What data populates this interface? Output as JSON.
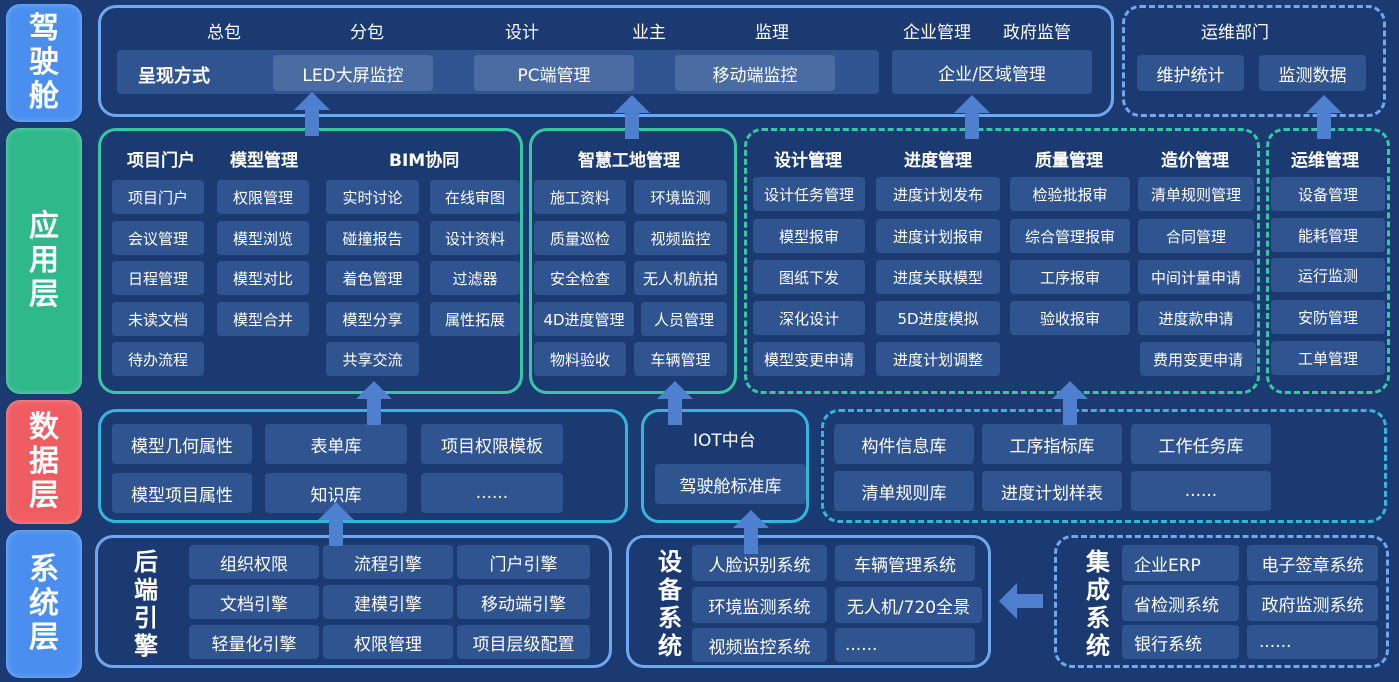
{
  "colors": {
    "background": "#1b3a72",
    "cockpit": "#4a8ff0",
    "app": "#2fb98b",
    "data": "#ef5d63",
    "system": "#4a8ff0",
    "cell": "#2f5490",
    "border_blue": "#6fa8ee",
    "border_green": "#35c8a2",
    "border_cyan": "#34b6dc",
    "arrow": "#4f7fcf"
  },
  "layers": {
    "cockpit": "驾驶舱",
    "application": "应用层",
    "data": "数据层",
    "system": "系统层"
  },
  "cockpit": {
    "roles": [
      "总包",
      "分包",
      "设计",
      "业主",
      "监理",
      "企业管理",
      "政府监管"
    ],
    "presentation_label": "呈现方式",
    "presentation_items": [
      "LED大屏监控",
      "PC端管理",
      "移动端监控"
    ],
    "enterprise_item": "企业/区域管理",
    "ops_title": "运维部门",
    "ops_items": [
      "维护统计",
      "监测数据"
    ]
  },
  "application": {
    "portal": {
      "headers": [
        "项目门户",
        "模型管理",
        "BIM协同"
      ],
      "col1": [
        "项目门户",
        "会议管理",
        "日程管理",
        "未读文档",
        "待办流程"
      ],
      "col2": [
        "权限管理",
        "模型浏览",
        "模型对比",
        "模型合并"
      ],
      "col3": [
        "实时讨论",
        "碰撞报告",
        "着色管理",
        "模型分享",
        "共享交流"
      ],
      "col4": [
        "在线审图",
        "设计资料",
        "过滤器",
        "属性拓展"
      ]
    },
    "site": {
      "title": "智慧工地管理",
      "left": [
        "施工资料",
        "质量巡检",
        "安全检查",
        "4D进度管理",
        "物料验收"
      ],
      "right": [
        "环境监测",
        "视频监控",
        "无人机航拍",
        "人员管理",
        "车辆管理"
      ]
    },
    "mgmt": {
      "headers": [
        "设计管理",
        "进度管理",
        "质量管理",
        "造价管理"
      ],
      "design": [
        "设计任务管理",
        "模型报审",
        "图纸下发",
        "深化设计",
        "模型变更申请"
      ],
      "progress": [
        "进度计划发布",
        "进度计划报审",
        "进度关联模型",
        "5D进度模拟",
        "进度计划调整"
      ],
      "quality": [
        "检验批报审",
        "综合管理报审",
        "工序报审",
        "验收报审"
      ],
      "cost": [
        "清单规则管理",
        "合同管理",
        "中间计量申请",
        "进度款申请",
        "费用变更申请"
      ]
    },
    "ops": {
      "title": "运维管理",
      "items": [
        "设备管理",
        "能耗管理",
        "运行监测",
        "安防管理",
        "工单管理"
      ]
    }
  },
  "data_layer": {
    "left": [
      "模型几何属性",
      "表单库",
      "项目权限模板",
      "模型项目属性",
      "知识库",
      "......"
    ],
    "iot_title": "IOT中台",
    "iot_item": "驾驶舱标准库",
    "right": [
      "构件信息库",
      "工序指标库",
      "工作任务库",
      "清单规则库",
      "进度计划样表",
      "......"
    ]
  },
  "system_layer": {
    "backend_title": "后端引擎",
    "backend": [
      "组织权限",
      "流程引擎",
      "门户引擎",
      "文档引擎",
      "建模引擎",
      "移动端引擎",
      "轻量化引擎",
      "权限管理",
      "项目层级配置"
    ],
    "device_title": "设备系统",
    "device": [
      "人脸识别系统",
      "车辆管理系统",
      "环境监测系统",
      "无人机/720全景",
      "视频监控系统",
      "......"
    ],
    "integration_title": "集成系统",
    "integration": [
      "企业ERP",
      "电子签章系统",
      "省检测系统",
      "政府监测系统",
      "银行系统",
      "......"
    ]
  }
}
